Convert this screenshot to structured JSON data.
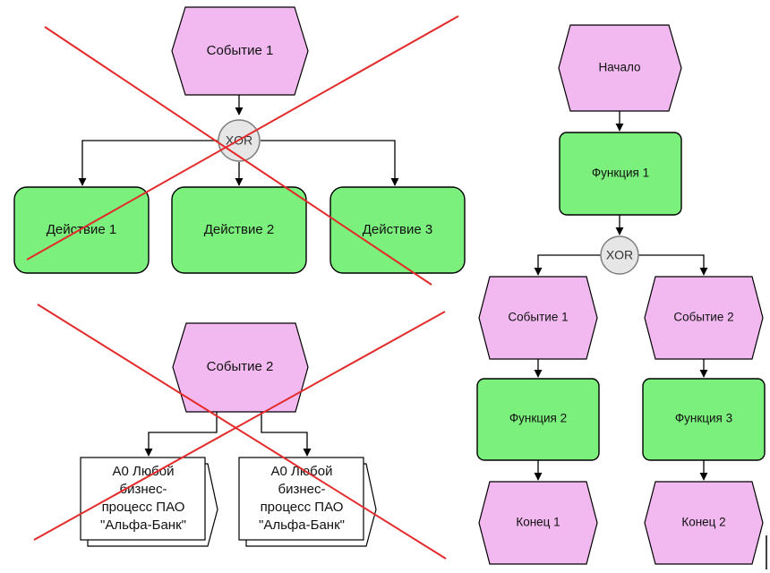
{
  "left_top": {
    "event": "Событие 1",
    "xor": "XOR",
    "actions": [
      "Действие 1",
      "Действие 2",
      "Действие 3"
    ]
  },
  "left_bottom": {
    "event": "Событие 2",
    "docs": [
      [
        "А0 Любой",
        "бизнес-",
        "процесс ПАО",
        "\"Альфа-Банк\""
      ],
      [
        "А0 Любой",
        "бизнес-",
        "процесс ПАО",
        "\"Альфа-Банк\""
      ]
    ]
  },
  "right": {
    "start": "Начало",
    "function1": "Функция 1",
    "xor": "XOR",
    "event1": "Событие 1",
    "event2": "Событие 2",
    "function2": "Функция 2",
    "function3": "Функция 3",
    "end1": "Конец 1",
    "end2": "Конец 2"
  },
  "colors": {
    "event_fill": "#f2b9f0",
    "function_fill": "#7cf07c",
    "xor_fill": "#e6e6e6",
    "cross_out": "#e32b2b"
  }
}
